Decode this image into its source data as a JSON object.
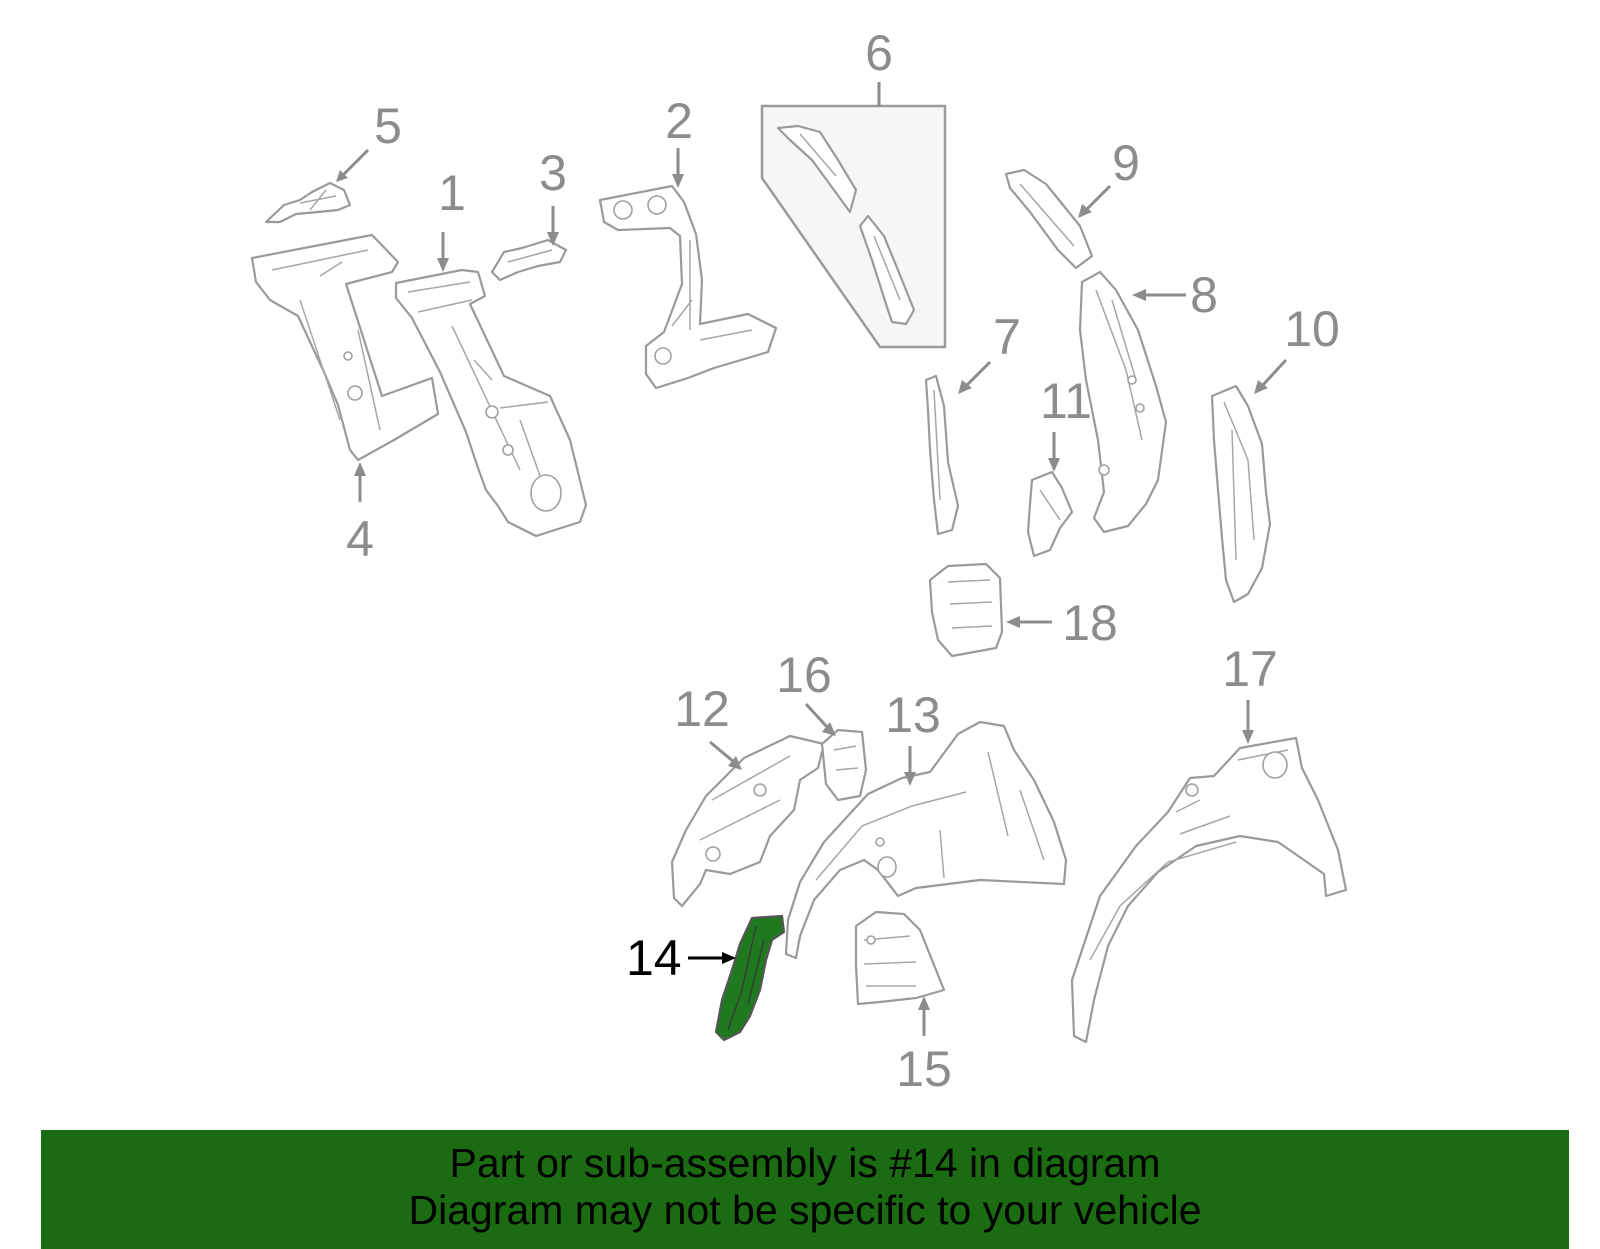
{
  "diagram": {
    "highlight_color": "#1f7a1f",
    "highlighted_part": "14",
    "callouts": [
      "1",
      "2",
      "3",
      "4",
      "5",
      "6",
      "7",
      "8",
      "9",
      "10",
      "11",
      "12",
      "13",
      "14",
      "15",
      "16",
      "17",
      "18"
    ]
  },
  "banner": {
    "background_color": "#1a6b12",
    "line1": "Part or sub-assembly is #14 in diagram",
    "line2": "Diagram may not be specific to your vehicle"
  }
}
